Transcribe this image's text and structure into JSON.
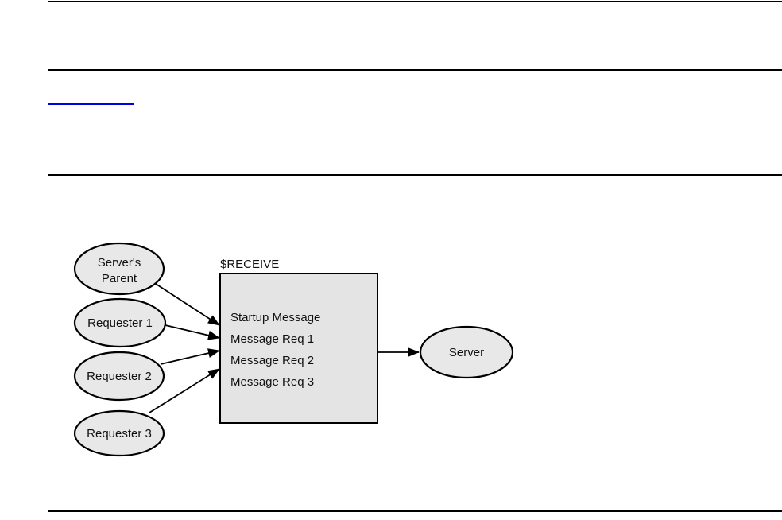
{
  "colors": {
    "background": "#ffffff",
    "rule": "#000000",
    "link_underline": "#0000dd",
    "node_fill": "#e8e8e8",
    "queue_fill": "#e4e4e4",
    "stroke": "#000000"
  },
  "link": {
    "text": ""
  },
  "diagram": {
    "queue": {
      "label": "$RECEIVE",
      "items": [
        "Startup Message",
        "Message Req 1",
        "Message Req 2",
        "Message Req 3"
      ]
    },
    "nodes": {
      "server_parent": {
        "line1": "Server's",
        "line2": "Parent"
      },
      "requester1": {
        "label": "Requester 1"
      },
      "requester2": {
        "label": "Requester 2"
      },
      "requester3": {
        "label": "Requester 3"
      },
      "server": {
        "label": "Server"
      }
    }
  }
}
